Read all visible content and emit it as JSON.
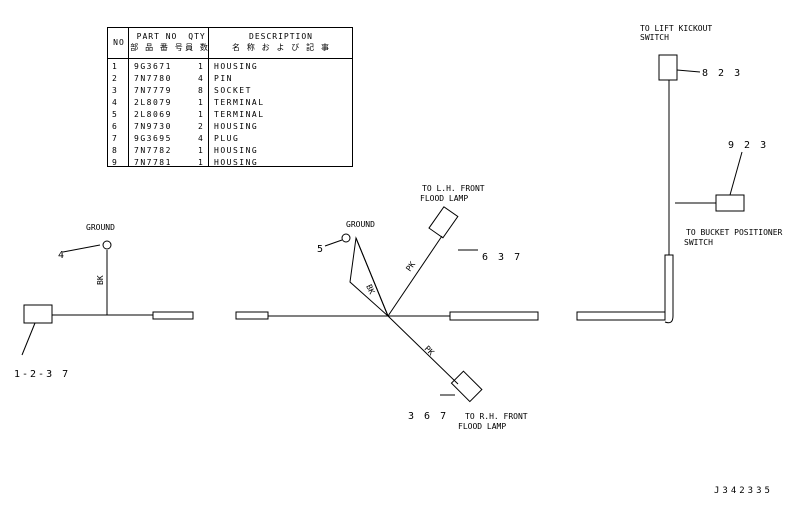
{
  "table": {
    "headers": {
      "no": "NO",
      "part_no": "PART NO",
      "part_no_sub": "部 品 番 号",
      "qty": "QTY",
      "qty_sub": "員 数",
      "description": "DESCRIPTION",
      "description_sub": "名 称 お よ び 記 事"
    },
    "rows": [
      {
        "no": "1",
        "part": "9G3671",
        "qty": "1",
        "desc": "HOUSING"
      },
      {
        "no": "2",
        "part": "7N7780",
        "qty": "4",
        "desc": "PIN"
      },
      {
        "no": "3",
        "part": "7N7779",
        "qty": "8",
        "desc": "SOCKET"
      },
      {
        "no": "4",
        "part": "2L8079",
        "qty": "1",
        "desc": "TERMINAL"
      },
      {
        "no": "5",
        "part": "2L8069",
        "qty": "1",
        "desc": "TERMINAL"
      },
      {
        "no": "6",
        "part": "7N9730",
        "qty": "2",
        "desc": "HOUSING"
      },
      {
        "no": "7",
        "part": "9G3695",
        "qty": "4",
        "desc": "PLUG"
      },
      {
        "no": "8",
        "part": "7N7782",
        "qty": "1",
        "desc": "HOUSING"
      },
      {
        "no": "9",
        "part": "7N7781",
        "qty": "1",
        "desc": "HOUSING"
      }
    ]
  },
  "labels": {
    "ground_left": "GROUND",
    "ground_center": "GROUND",
    "callout_4": "4",
    "callout_5": "5",
    "callout_1237": "1-2-3 7",
    "callout_637": "6 3 7",
    "callout_367": "3 6 7",
    "callout_823": "8 2 3",
    "callout_923": "9 2 3",
    "wire_bk_left": "BK",
    "wire_bk_center": "BK",
    "wire_pk_upper": "PK",
    "wire_pk_lower": "PK",
    "lh_front_1": "TO L.H. FRONT",
    "lh_front_2": "FLOOD LAMP",
    "rh_front_1": "TO R.H. FRONT",
    "rh_front_2": "FLOOD LAMP",
    "lift_kickout_1": "TO LIFT KICKOUT",
    "lift_kickout_2": "SWITCH",
    "bucket_pos_1": "TO BUCKET POSITIONER",
    "bucket_pos_2": "SWITCH",
    "drawing_code": "J342335"
  }
}
